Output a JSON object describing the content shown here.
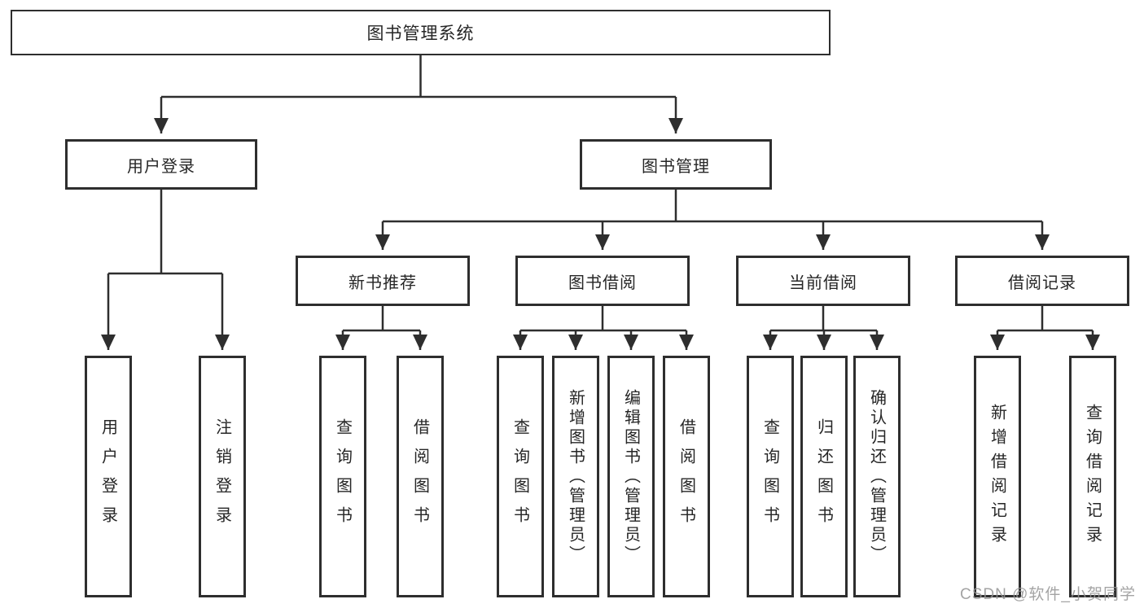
{
  "nodes": {
    "root": "图书管理系统",
    "user_login": "用户登录",
    "book_management": "图书管理",
    "new_book_recommend": "新书推荐",
    "book_borrow": "图书借阅",
    "current_borrow": "当前借阅",
    "borrow_records": "借阅记录",
    "leaf_user_login": "用户登录",
    "leaf_logout": "注销登录",
    "recommend_query_book": "查询图书",
    "recommend_borrow_book": "借阅图书",
    "borrow_query_book": "查询图书",
    "borrow_add_book": "新增图书（管理员）",
    "borrow_edit_book": "编辑图书（管理员）",
    "borrow_borrow_book": "借阅图书",
    "current_query_book": "查询图书",
    "current_return_book": "归还图书",
    "current_confirm_return": "确认归还（管理员）",
    "records_add_record": "新增借阅记录",
    "records_query_record": "查询借阅记录"
  },
  "watermark": "CSDN @软件_小贺同学",
  "colors": {
    "line": "#2e2e2e",
    "box_border": "#2e2e2e",
    "text": "#262626",
    "watermark": "#949494",
    "background": "#ffffff"
  }
}
